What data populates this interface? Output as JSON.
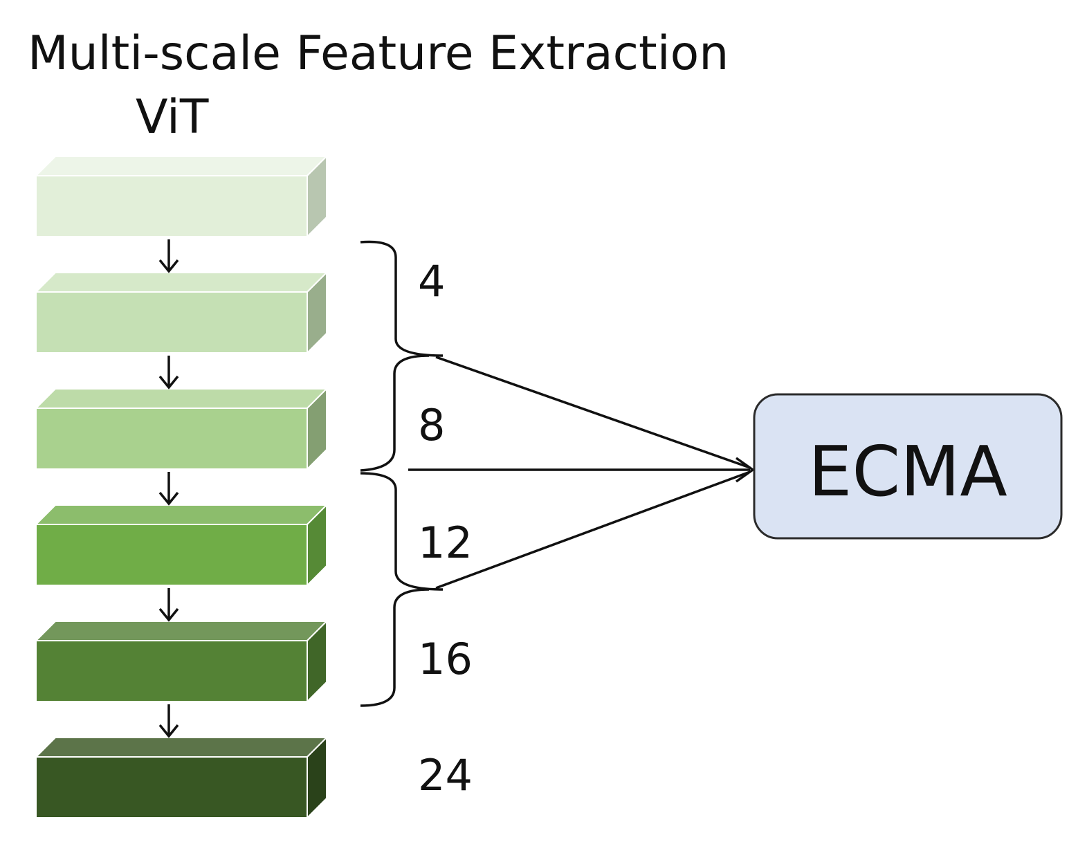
{
  "title": "Multi-scale Feature Extraction",
  "subtitle": "ViT",
  "layers": [
    {
      "front": "#e2efd9",
      "top": "#edf5e8",
      "side": "#b8c6b0"
    },
    {
      "front": "#c5e0b4",
      "top": "#d6e9c9",
      "side": "#99ae8c"
    },
    {
      "front": "#a9d18e",
      "top": "#bddba8",
      "side": "#849f72"
    },
    {
      "front": "#70ad47",
      "top": "#8cbd6c",
      "side": "#568a36"
    },
    {
      "front": "#548235",
      "top": "#73975b",
      "side": "#406628"
    },
    {
      "front": "#385723",
      "top": "#5c7449",
      "side": "#2a421a"
    }
  ],
  "labels": [
    "4",
    "8",
    "12",
    "16",
    "24"
  ],
  "module": {
    "label": "ECMA",
    "fill": "#dae3f3",
    "stroke": "#2b2b2b"
  },
  "colors": {
    "line": "#111111",
    "layer_edge": "#ffffff"
  }
}
